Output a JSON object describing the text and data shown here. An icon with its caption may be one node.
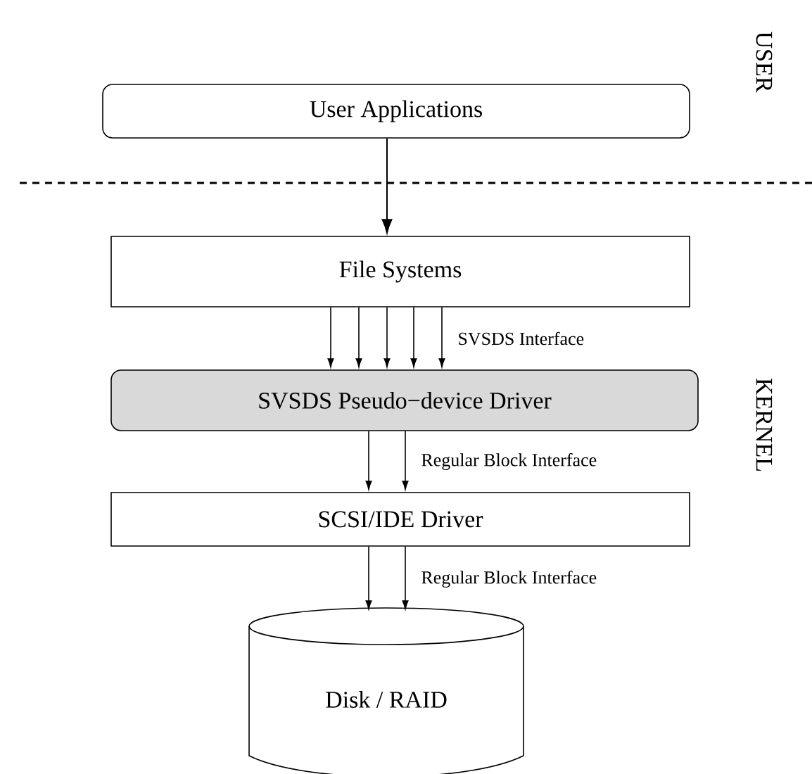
{
  "diagram": {
    "nodes": [
      {
        "text": [
          "User Applications"
        ]
      },
      {
        "text": [
          "File Systems"
        ]
      },
      {
        "text": [
          "SVSDS Pseudo−device Driver"
        ]
      },
      {
        "text": [
          "SCSI/IDE Driver"
        ]
      },
      {
        "text": [
          "Disk / RAID"
        ]
      }
    ],
    "edges": [
      {
        "from": 0,
        "to": 1,
        "arrow": "to"
      },
      {
        "from": 1,
        "to": 2,
        "arrow": "to"
      },
      {
        "from": 1,
        "to": 2,
        "arrow": "to"
      },
      {
        "from": 1,
        "to": 2,
        "arrow": "to"
      },
      {
        "from": 1,
        "to": 2,
        "arrow": "to"
      },
      {
        "from": 1,
        "to": 2,
        "arrow": "to",
        "label": "SVSDS Interface"
      },
      {
        "from": 2,
        "to": 3,
        "arrow": "to"
      },
      {
        "from": 2,
        "to": 3,
        "arrow": "to",
        "label": "Regular Block Interface"
      },
      {
        "from": 3,
        "to": 4,
        "arrow": "to"
      },
      {
        "from": 3,
        "to": 4,
        "arrow": "to",
        "label": "Regular Block Interface"
      }
    ],
    "labels": [
      "USER",
      "KERNEL"
    ]
  }
}
